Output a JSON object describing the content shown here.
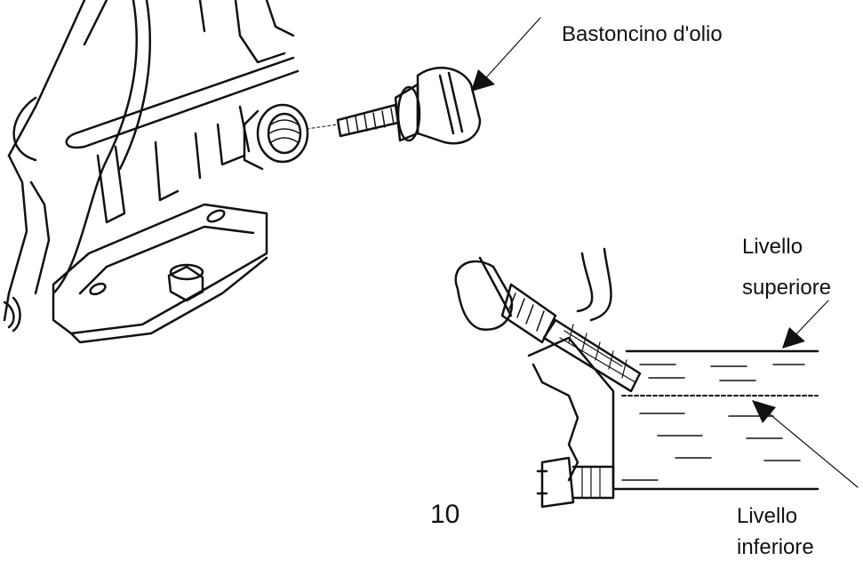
{
  "labels": {
    "dipstick": "Bastoncino d'olio",
    "upper_level_line1": "Livello",
    "upper_level_line2": "superiore",
    "lower_level_line1": "Livello",
    "lower_level_line2": "inferiore"
  },
  "page_number": "10",
  "colors": {
    "ink": "#111111",
    "background": "#ffffff"
  }
}
